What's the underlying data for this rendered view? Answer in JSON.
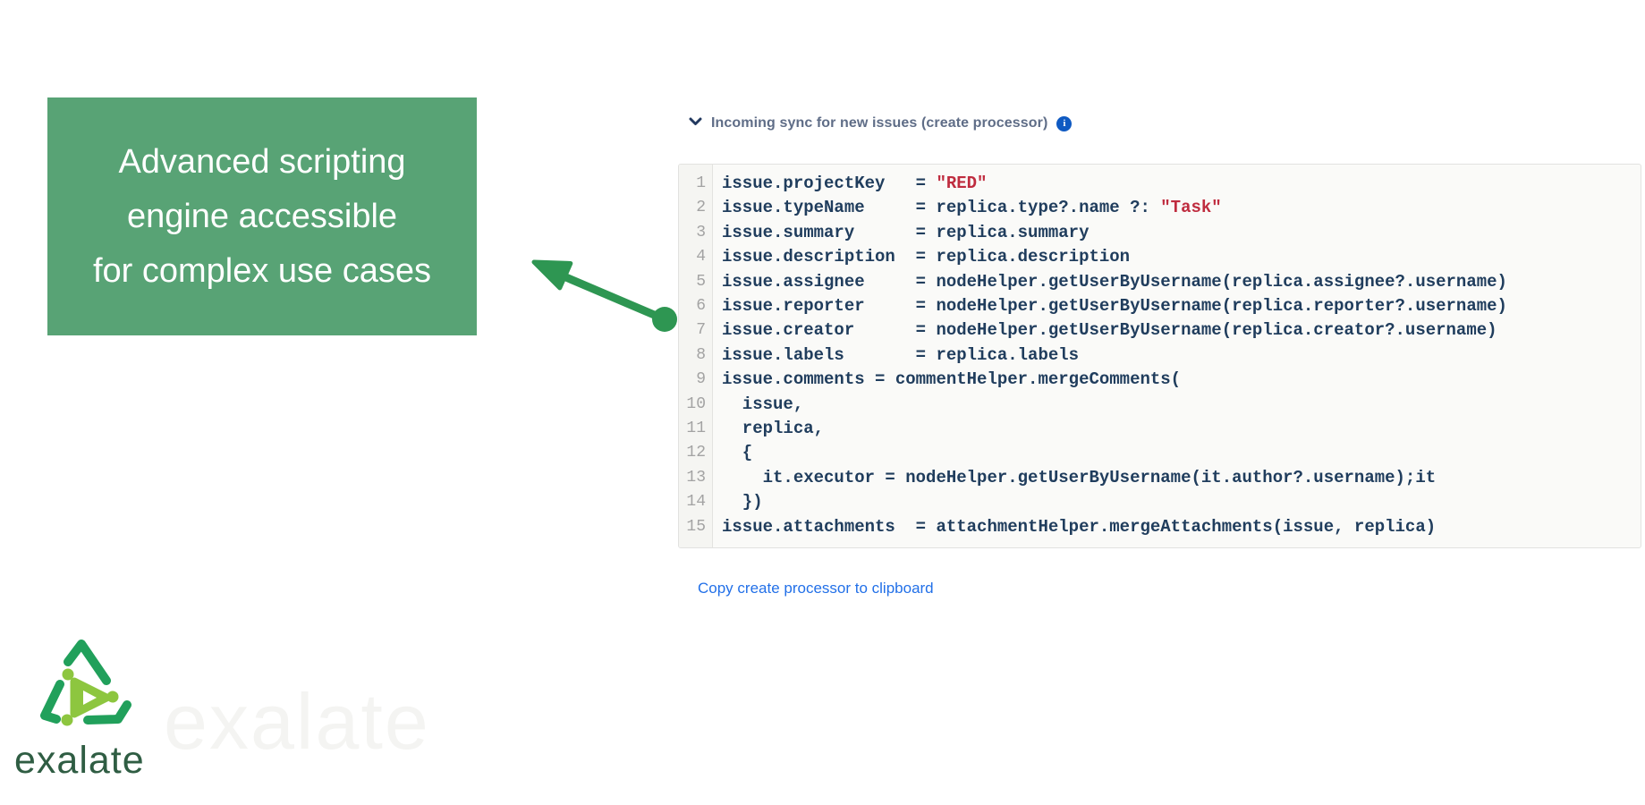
{
  "callout": {
    "lines": [
      "Advanced scripting",
      "engine accessible",
      "for complex use cases"
    ],
    "bg_color": "#58a375",
    "text_color": "#ffffff"
  },
  "arrow": {
    "color": "#2e9652"
  },
  "script_panel": {
    "header": {
      "title": "Incoming sync for new issues (create processor)",
      "title_color": "#5f6d87",
      "chevron_icon": "chevron-down",
      "info_icon": "info",
      "info_color": "#0f5ac2"
    },
    "code": {
      "text_color": "#203d5d",
      "string_color": "#bf2c3f",
      "line_number_color": "#a3a3a3",
      "lines": [
        "issue.projectKey   = \"RED\"",
        "issue.typeName     = replica.type?.name ?: \"Task\"",
        "issue.summary      = replica.summary",
        "issue.description  = replica.description",
        "issue.assignee     = nodeHelper.getUserByUsername(replica.assignee?.username)",
        "issue.reporter     = nodeHelper.getUserByUsername(replica.reporter?.username)",
        "issue.creator      = nodeHelper.getUserByUsername(replica.creator?.username)",
        "issue.labels       = replica.labels",
        "issue.comments = commentHelper.mergeComments(",
        "  issue,",
        "  replica,",
        "  {",
        "    it.executor = nodeHelper.getUserByUsername(it.author?.username);it",
        "  })",
        "issue.attachments  = attachmentHelper.mergeAttachments(issue, replica)"
      ]
    },
    "copy_link": {
      "label": "Copy create processor to clipboard",
      "color": "#2270e8"
    }
  },
  "logo": {
    "wordmark": "exalate",
    "watermark": "exalate",
    "dark_green": "#21a05b",
    "light_green": "#8dc63f",
    "wordmark_color": "#2f5d43"
  }
}
